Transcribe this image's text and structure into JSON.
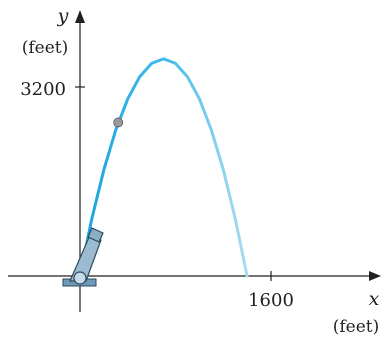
{
  "chart_data": {
    "type": "line",
    "xlabel": "x",
    "xunit": "(feet)",
    "ylabel": "y",
    "yunit": "(feet)",
    "xticks": [
      {
        "value": 1600,
        "label": "1600"
      }
    ],
    "yticks": [
      {
        "value": 3200,
        "label": "3200"
      }
    ],
    "series": [
      {
        "points": [
          [
            0,
            0
          ],
          [
            100,
            975
          ],
          [
            200,
            1800
          ],
          [
            300,
            2475
          ],
          [
            400,
            3000
          ],
          [
            500,
            3375
          ],
          [
            600,
            3600
          ],
          [
            700,
            3675
          ],
          [
            800,
            3600
          ],
          [
            900,
            3375
          ],
          [
            1000,
            3000
          ],
          [
            1100,
            2475
          ],
          [
            1200,
            1800
          ],
          [
            1300,
            975
          ],
          [
            1400,
            0
          ]
        ]
      }
    ],
    "projectile_position": [
      320,
      2600
    ],
    "colors": {
      "trajectory": "#3bb4e6",
      "axis": "#231f20",
      "cannon": "#8fb0c6"
    }
  }
}
